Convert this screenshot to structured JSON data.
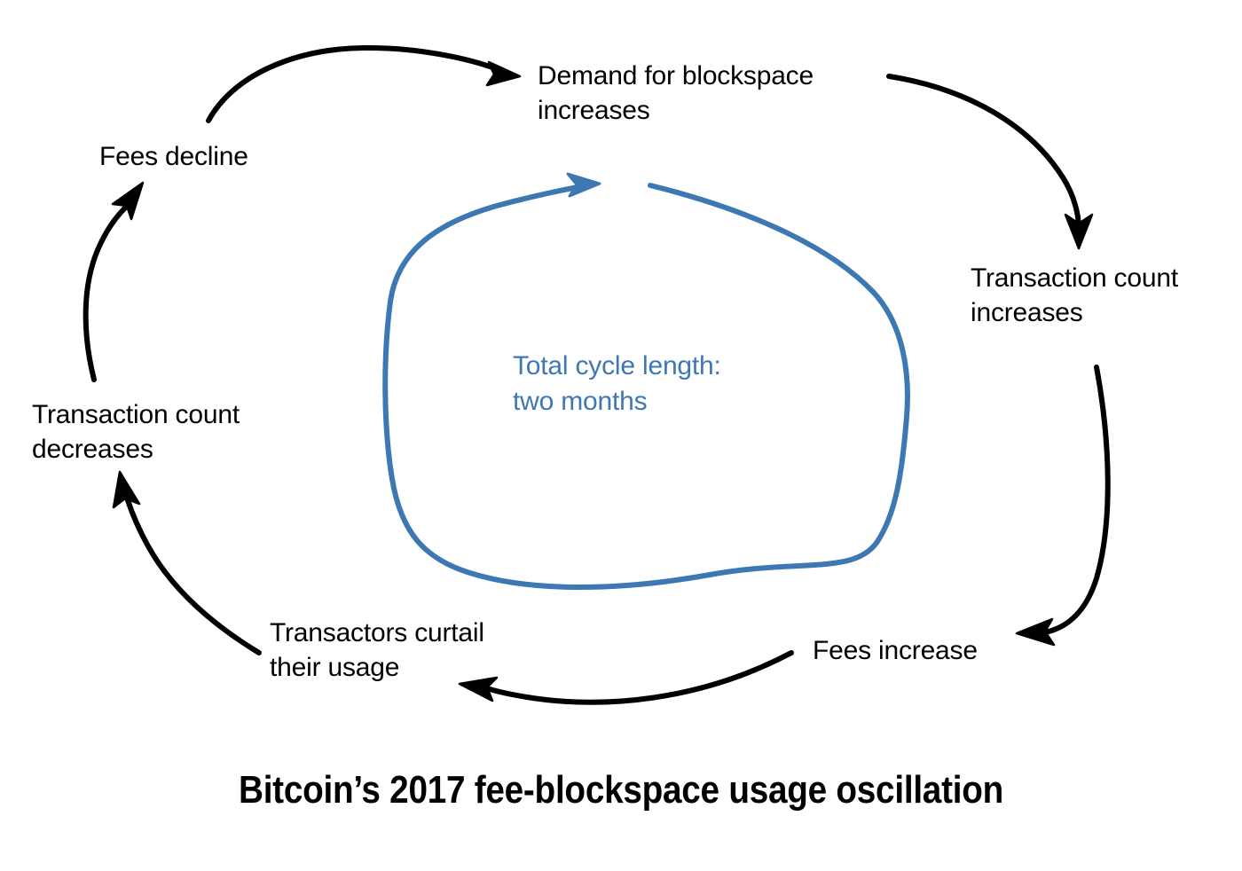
{
  "diagram": {
    "title": "Bitcoin’s 2017 fee-blockspace usage oscillation",
    "type": "cycle-loop",
    "background_color": "#ffffff",
    "node_text_color": "#000000",
    "arrow_color": "#000000",
    "accent_color": "#3e78b2",
    "nodes": [
      {
        "id": "demand",
        "label": "Demand for blockspace\nincreases",
        "position": "top"
      },
      {
        "id": "txcount_inc",
        "label": "Transaction count\nincreases",
        "position": "right"
      },
      {
        "id": "fees_inc",
        "label": "Fees increase",
        "position": "bottom-right"
      },
      {
        "id": "curtail",
        "label": "Transactors curtail\ntheir usage",
        "position": "bottom-left"
      },
      {
        "id": "txcount_dec",
        "label": "Transaction count\ndecreases",
        "position": "left"
      },
      {
        "id": "fees_decline",
        "label": "Fees decline",
        "position": "top-left"
      }
    ],
    "edges": [
      {
        "from": "fees_decline",
        "to": "demand"
      },
      {
        "from": "demand",
        "to": "txcount_inc"
      },
      {
        "from": "txcount_inc",
        "to": "fees_inc"
      },
      {
        "from": "fees_inc",
        "to": "curtail"
      },
      {
        "from": "curtail",
        "to": "txcount_dec"
      },
      {
        "from": "txcount_dec",
        "to": "fees_decline"
      }
    ],
    "center_annotation": {
      "label": "Total cycle length:\ntwo months",
      "color": "#3e78b2"
    }
  }
}
